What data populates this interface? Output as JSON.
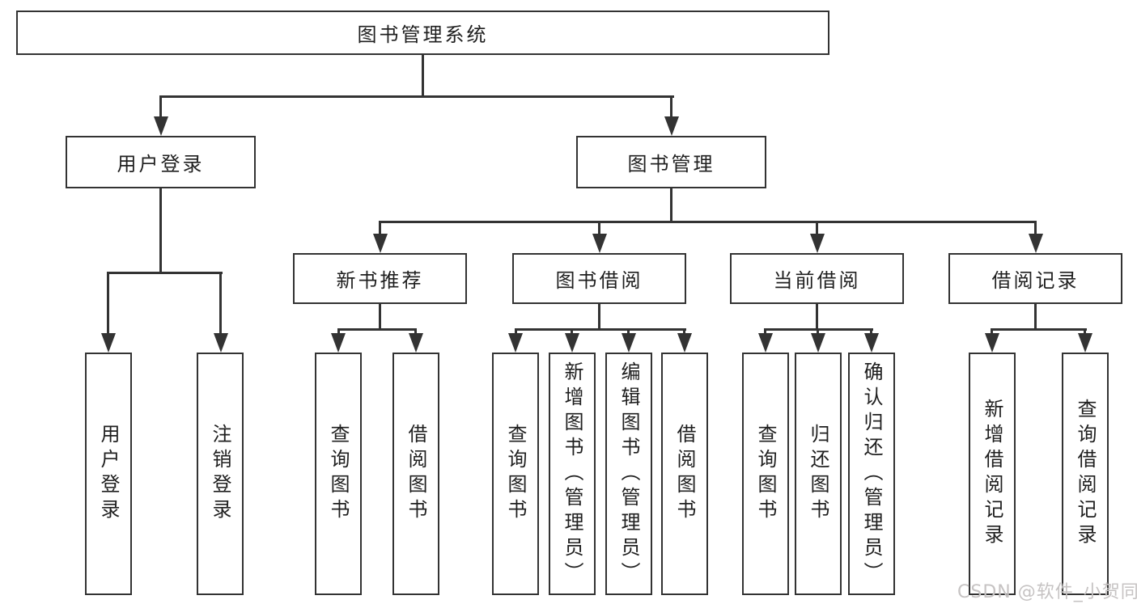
{
  "diagram": {
    "root": {
      "label": "图书管理系统"
    },
    "level2": [
      {
        "label": "用户登录"
      },
      {
        "label": "图书管理"
      }
    ],
    "level3": [
      {
        "label": "新书推荐"
      },
      {
        "label": "图书借阅"
      },
      {
        "label": "当前借阅"
      },
      {
        "label": "借阅记录"
      }
    ],
    "leaves": [
      {
        "parent": "用户登录",
        "label": "用户登录"
      },
      {
        "parent": "用户登录",
        "label": "注销登录"
      },
      {
        "parent": "新书推荐",
        "label": "查询图书"
      },
      {
        "parent": "新书推荐",
        "label": "借阅图书"
      },
      {
        "parent": "图书借阅",
        "label": "查询图书"
      },
      {
        "parent": "图书借阅",
        "label": "新增图书（管理员）"
      },
      {
        "parent": "图书借阅",
        "label": "编辑图书（管理员）"
      },
      {
        "parent": "图书借阅",
        "label": "借阅图书"
      },
      {
        "parent": "当前借阅",
        "label": "查询图书"
      },
      {
        "parent": "当前借阅",
        "label": "归还图书"
      },
      {
        "parent": "当前借阅",
        "label": "确认归还（管理员）"
      },
      {
        "parent": "借阅记录",
        "label": "新增借阅记录"
      },
      {
        "parent": "借阅记录",
        "label": "查询借阅记录"
      }
    ],
    "line_color": "#333333",
    "text_color": "#1f1f1f"
  },
  "watermark": {
    "text": "CSDN @软件_小贺同学",
    "color": "#c6c3c3"
  }
}
